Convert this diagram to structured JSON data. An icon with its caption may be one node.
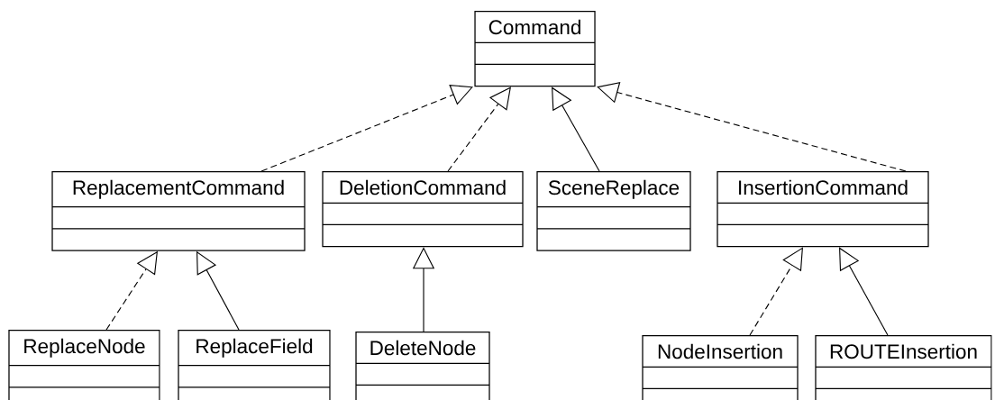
{
  "diagram": {
    "nodes": [
      {
        "text": [
          "Command"
        ]
      },
      {
        "text": [
          "ReplacementCommand"
        ]
      },
      {
        "text": [
          "DeletionCommand"
        ]
      },
      {
        "text": [
          "SceneReplace"
        ]
      },
      {
        "text": [
          "InsertionCommand"
        ]
      },
      {
        "text": [
          "ReplaceNode"
        ]
      },
      {
        "text": [
          "ReplaceField"
        ]
      },
      {
        "text": [
          "DeleteNode"
        ]
      },
      {
        "text": [
          "NodeInsertion"
        ]
      },
      {
        "text": [
          "ROUTEInsertion"
        ]
      }
    ],
    "edges": [
      {
        "from": 1,
        "to": 0,
        "arrow": "to",
        "style": "dashed"
      },
      {
        "from": 2,
        "to": 0,
        "arrow": "to",
        "style": "dashed"
      },
      {
        "from": 3,
        "to": 0,
        "arrow": "to"
      },
      {
        "from": 4,
        "to": 0,
        "arrow": "to",
        "style": "dashed"
      },
      {
        "from": 5,
        "to": 1,
        "arrow": "to",
        "style": "dashed"
      },
      {
        "from": 6,
        "to": 1,
        "arrow": "to"
      },
      {
        "from": 7,
        "to": 2,
        "arrow": "to"
      },
      {
        "from": 8,
        "to": 4,
        "arrow": "to",
        "style": "dashed"
      },
      {
        "from": 9,
        "to": 4,
        "arrow": "to"
      }
    ]
  }
}
